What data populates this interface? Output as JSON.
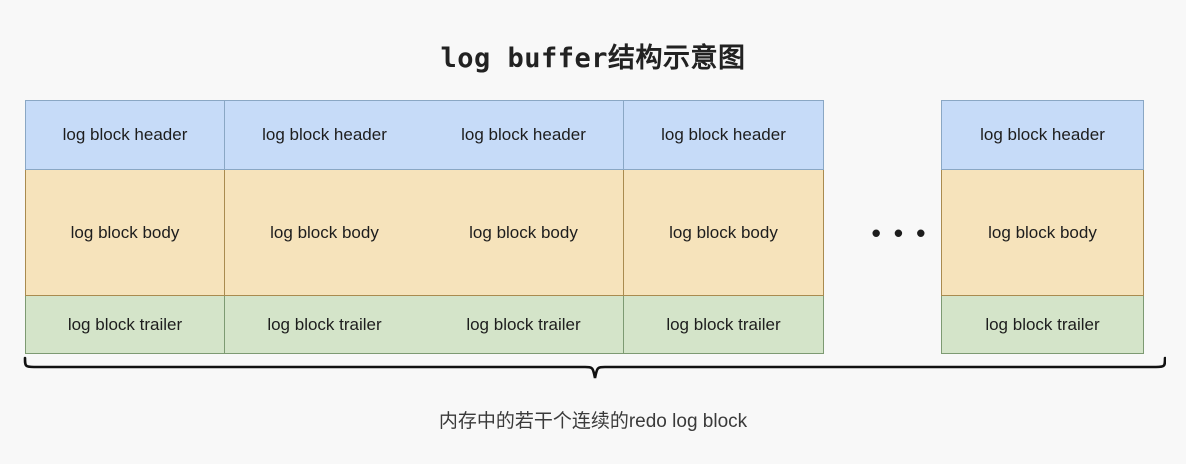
{
  "diagram": {
    "title": "log buffer结构示意图",
    "caption": "内存中的若干个连续的redo log block",
    "ellipsis": "• • •",
    "colors": {
      "background": "#f8f8f8",
      "header_fill": "#c6dbf8",
      "header_border": "#8aa7c4",
      "body_fill": "#f6e3bb",
      "body_border": "#a98b4f",
      "trailer_fill": "#d4e4c9",
      "trailer_border": "#7d9a72",
      "text": "#1d1d1d",
      "brace": "#111111"
    },
    "blocks": [
      {
        "id": "block-1",
        "header": "log block header",
        "body": "log block body",
        "trailer": "log block trailer"
      },
      {
        "id": "block-2",
        "header": "log block header",
        "body": "log block body",
        "trailer": "log block trailer"
      },
      {
        "id": "block-3",
        "header": "log block header",
        "body": "log block body",
        "trailer": "log block trailer"
      },
      {
        "id": "block-4",
        "header": "log block header",
        "body": "log block body",
        "trailer": "log block trailer"
      },
      {
        "id": "block-last",
        "header": "log block header",
        "body": "log block body",
        "trailer": "log block trailer"
      }
    ]
  }
}
